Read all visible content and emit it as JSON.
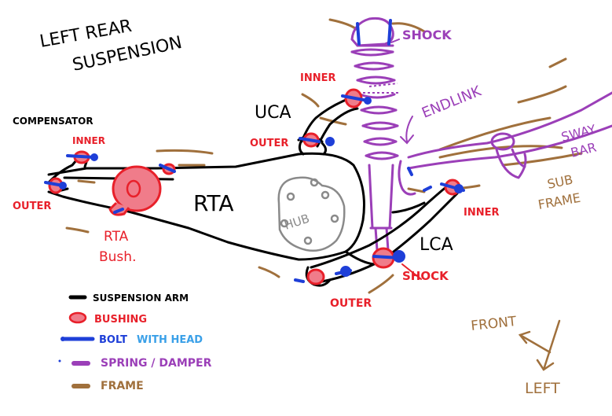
{
  "title": {
    "line1": "LEFT REAR",
    "line2": "SUSPENSION"
  },
  "labels": {
    "compensator": "COMPENSATOR",
    "comp_inner": "INNER",
    "comp_outer": "OUTER",
    "rta_bush_1": "RTA",
    "rta_bush_2": "Bush.",
    "rta": "RTA",
    "hub": "HUB",
    "lca_upper": "UCA",
    "uca_inner": "INNER",
    "uca_outer": "OUTER",
    "shock_top": "SHOCK",
    "endlink": "ENDLINK",
    "sway_bar_1": "SWAY",
    "sway_bar_2": "BAR",
    "sub_frame_1": "SUB",
    "sub_frame_2": "FRAME",
    "lca_inner": "INNER",
    "lca": "LCA",
    "shock_bottom": "SHOCK",
    "lca_outer": "OUTER",
    "front": "FRONT",
    "left": "LEFT"
  },
  "legend": [
    {
      "label": "SUSPENSION ARM",
      "color": "#000000",
      "text_color": "#000000"
    },
    {
      "label": "BUSHING",
      "color": "#e8202a",
      "text_color": "#e8202a"
    },
    {
      "label": "BOLT",
      "label2": "WITH HEAD",
      "color": "#1e3fd8",
      "text_color": "#1e3fd8",
      "text_color2": "#3aa0e8"
    },
    {
      "label": "SPRING / DAMPER",
      "color": "#9b3fb8",
      "text_color": "#9b3fb8"
    },
    {
      "label": "FRAME",
      "color": "#a0703c",
      "text_color": "#a0703c"
    }
  ],
  "colors": {
    "arm": "#000000",
    "bushing": "#e8202a",
    "bushing_fill": "#f07c8a",
    "bolt": "#1e3fd8",
    "spring": "#9b3fb8",
    "frame": "#a0703c",
    "hub": "#8a8a8a"
  }
}
